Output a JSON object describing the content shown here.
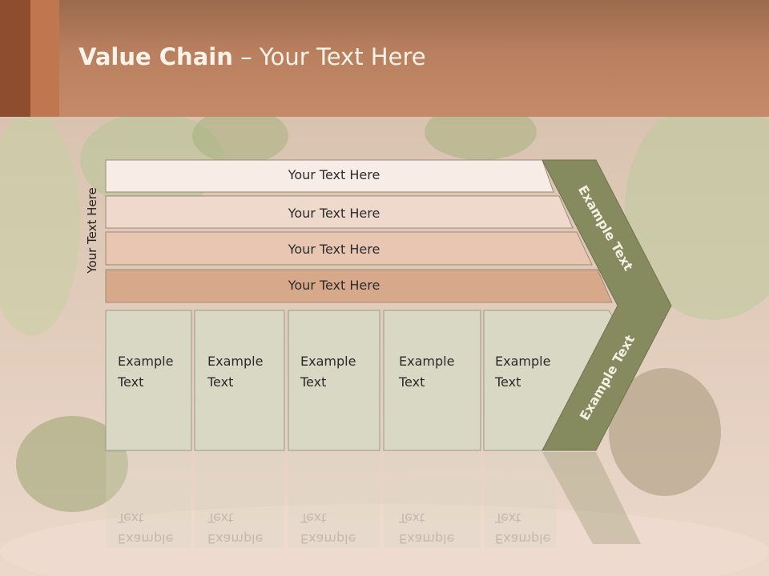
{
  "title": {
    "bold": "Value Chain",
    "rest": " – Your Text Here"
  },
  "side_label": "Your Text Here",
  "bars": [
    {
      "label": "Your Text Here",
      "fill": "#f7ede6"
    },
    {
      "label": "Your Text Here",
      "fill": "#efd9cc"
    },
    {
      "label": "Your Text Here",
      "fill": "#e8c6b2"
    },
    {
      "label": "Your Text Here",
      "fill": "#d8a88a"
    }
  ],
  "columns": [
    {
      "line1": "Example",
      "line2": "Text"
    },
    {
      "line1": "Example",
      "line2": "Text"
    },
    {
      "line1": "Example",
      "line2": "Text"
    },
    {
      "line1": "Example",
      "line2": "Text"
    },
    {
      "line1": "Example",
      "line2": "Text"
    }
  ],
  "arrow": {
    "upper_label": "Example Text",
    "lower_label": "Example Text",
    "color": "#858a5f"
  },
  "colors": {
    "header": "#c48a69",
    "column_fill": "#d8d8c4"
  }
}
